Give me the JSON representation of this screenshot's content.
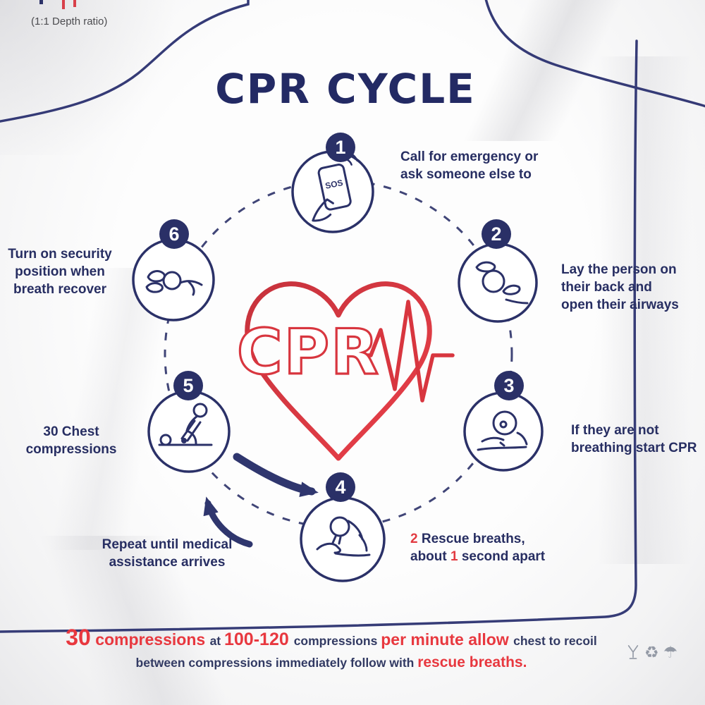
{
  "photo": {
    "depth_ratio_label": "(1:1 Depth ratio)"
  },
  "title": "CPR CYCLE",
  "center_heart": {
    "cpr_label": "CPR"
  },
  "phone": {
    "sos_label": "SOS"
  },
  "steps": [
    {
      "num": "1",
      "label": "Call for emergency or\nask someone else to",
      "icon": "phone-sos-icon"
    },
    {
      "num": "2",
      "label": "Lay the person on\ntheir back and\nopen their airways",
      "icon": "head-tilt-airway-icon"
    },
    {
      "num": "3",
      "label": "If they are not\nbreathing start CPR",
      "icon": "check-breathing-icon"
    },
    {
      "num": "4",
      "label_parts": {
        "two": "2",
        "breaths": " Rescue breaths,",
        "about": "about ",
        "one": "1",
        "apart": " second apart"
      },
      "icon": "rescue-breath-icon"
    },
    {
      "num": "5",
      "label": "30 Chest\ncompressions",
      "icon": "chest-compression-icon"
    },
    {
      "num": "6",
      "label": "Turn on security\nposition when\nbreath recover",
      "icon": "recovery-position-icon"
    }
  ],
  "repeat_note": "Repeat until medical\nassistance arrives",
  "footer": {
    "line1": {
      "p1": "30",
      "p2": " compressions ",
      "p3": "at ",
      "p4": "100-120 ",
      "p5": "compressions ",
      "p6": "per minute allow ",
      "p7": "chest to recoil"
    },
    "line2": {
      "p1": "between compressions immediately follow with ",
      "p2": "rescue breaths."
    }
  },
  "care_symbols": {
    "recycle_glyph": "♻",
    "umbrella_glyph": "☂"
  },
  "colors": {
    "navy": "#2a3067",
    "red": "#e23a41"
  }
}
